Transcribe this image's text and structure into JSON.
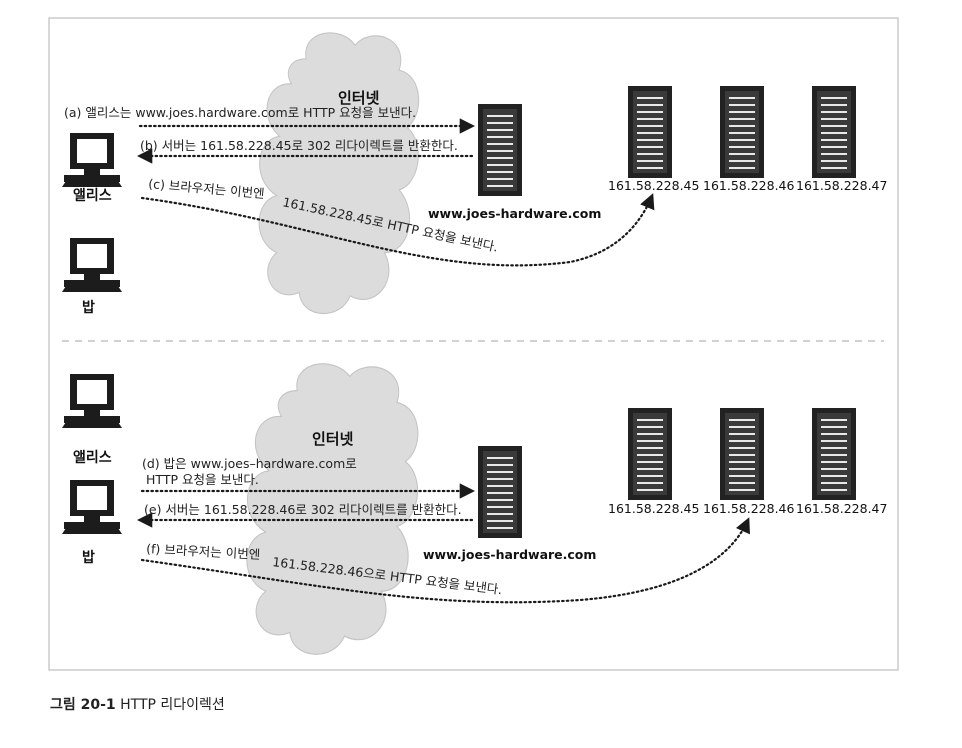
{
  "top_panel": {
    "cloud_label": "인터넷",
    "client_1": "앨리스",
    "client_2": "밥",
    "server_host": "www.joes-hardware.com",
    "msg_a": "(a) 앨리스는 www.joes.hardware.com로 HTTP 요청을 보낸다.",
    "msg_b": "(b) 서버는 161.58.228.45로 302 리다이렉트를 반환한다.",
    "msg_c_1": "(c) 브라우저는 이번엔",
    "msg_c_2": "161.58.228.45로 HTTP 요청을 보낸다.",
    "ips": [
      "161.58.228.45",
      "161.58.228.46",
      "161.58.228.47"
    ]
  },
  "bottom_panel": {
    "cloud_label": "인터넷",
    "client_1": "앨리스",
    "client_2": "밥",
    "server_host": "www.joes-hardware.com",
    "msg_d_1": "(d) 밥은 www.joes–hardware.com로",
    "msg_d_2": "HTTP 요청을 보낸다.",
    "msg_e": "(e) 서버는 161.58.228.46로 302 리다이렉트를 반환한다.",
    "msg_f_1": "(f) 브라우저는 이번엔",
    "msg_f_2": "161.58.228.46으로 HTTP 요청을 보낸다.",
    "ips": [
      "161.58.228.45",
      "161.58.228.46",
      "161.58.228.47"
    ]
  },
  "caption": {
    "figure_number": "그림 20-1",
    "title": "HTTP 리다이렉션"
  }
}
